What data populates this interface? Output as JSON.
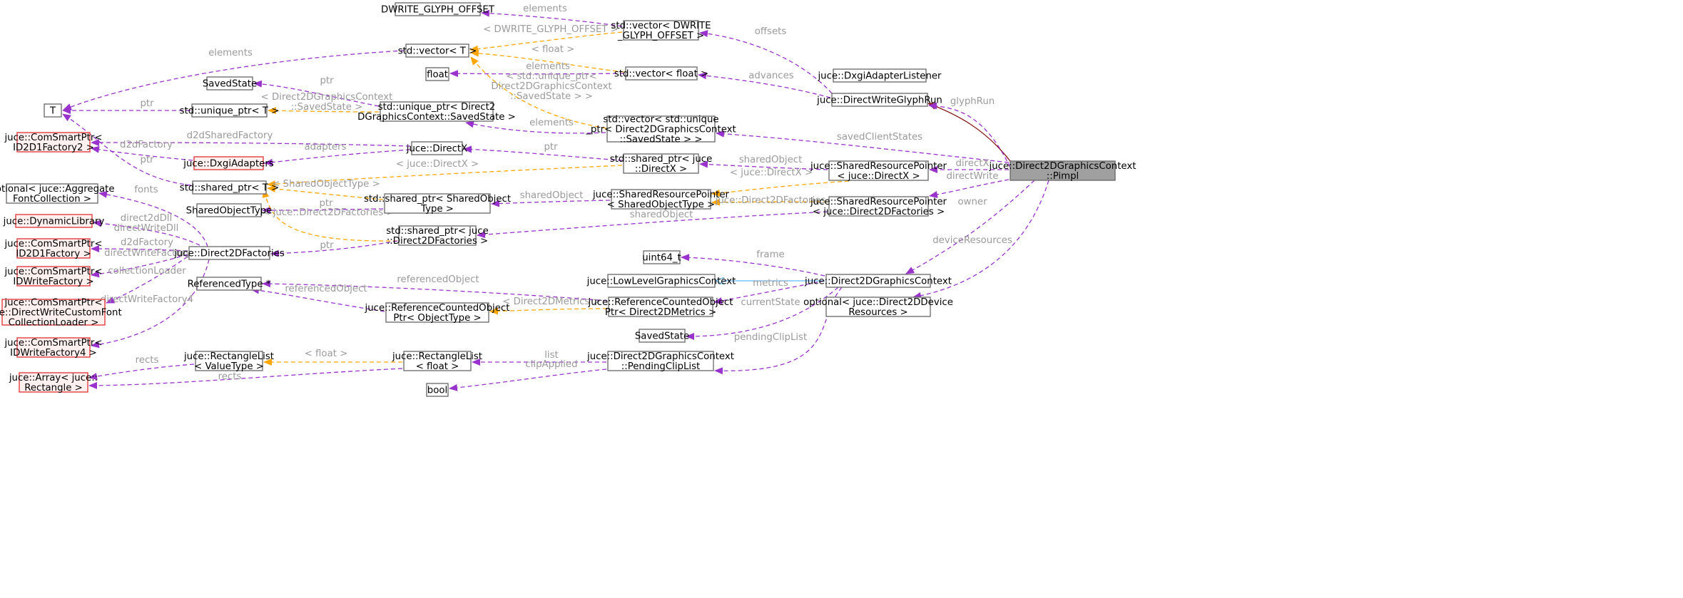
{
  "diagram": {
    "nodes": {
      "dwrite_glyph_offset": [
        "DWRITE_GLYPH_OFFSET"
      ],
      "vector_dwrite": [
        "std::vector< DWRITE",
        "_GLYPH_OFFSET >"
      ],
      "vector_T": [
        "std::vector< T >"
      ],
      "float": [
        "float"
      ],
      "vector_float": [
        "std::vector< float >"
      ],
      "dxgi_listener": [
        "juce::DxgiAdapterListener"
      ],
      "directwrite_glyphrun": [
        "juce::DirectWriteGlyphRun"
      ],
      "savedstate_top": [
        "SavedState"
      ],
      "T": [
        "T"
      ],
      "unique_ptr_T": [
        "std::unique_ptr< T >"
      ],
      "unique_ptr_saved": [
        "std::unique_ptr< Direct2",
        "DGraphicsContext::SavedState >"
      ],
      "vector_unique": [
        "std::vector< std::unique",
        "_ptr< Direct2DGraphicsContext",
        "::SavedState > >"
      ],
      "comsmart_factory2": [
        "juce::ComSmartPtr<",
        "ID2D1Factory2 >"
      ],
      "dxgi_adapters": [
        "juce::DxgiAdapters"
      ],
      "directx": [
        "juce::DirectX"
      ],
      "shared_ptr_directx": [
        "std::shared_ptr< juce",
        "::DirectX >"
      ],
      "srp_directx": [
        "juce::SharedResourcePointer",
        "< juce::DirectX >"
      ],
      "pimpl": [
        "juce::Direct2DGraphicsContext",
        "::Pimpl"
      ],
      "optional_font": [
        "optional< juce::Aggregate",
        "FontCollection >"
      ],
      "shared_ptr_T": [
        "std::shared_ptr< T >"
      ],
      "sharedobjecttype": [
        "SharedObjectType"
      ],
      "shared_ptr_sot": [
        "std::shared_ptr< SharedObject",
        "Type >"
      ],
      "srp_sot": [
        "juce::SharedResourcePointer",
        "< SharedObjectType >"
      ],
      "srp_factories": [
        "juce::SharedResourcePointer",
        "< juce::Direct2DFactories >"
      ],
      "dynamic_library": [
        "juce::DynamicLibrary"
      ],
      "shared_ptr_factories": [
        "std::shared_ptr< juce",
        "::Direct2DFactories >"
      ],
      "comsmart_factory": [
        "juce::ComSmartPtr<",
        "ID2D1Factory >"
      ],
      "direct2d_factories": [
        "juce::Direct2DFactories"
      ],
      "comsmart_writefactory": [
        "juce::ComSmartPtr<",
        "IDWriteFactory >"
      ],
      "uint64": [
        "uint64_t"
      ],
      "referenced_type": [
        "ReferencedType *"
      ],
      "llgc": [
        "juce::LowLevelGraphicsContext"
      ],
      "d2d_context": [
        "juce::Direct2DGraphicsContext"
      ],
      "comsmart_loader": [
        "juce::ComSmartPtr<",
        "juce::DirectWriteCustomFont",
        "CollectionLoader >"
      ],
      "rcop_objecttype": [
        "juce::ReferenceCountedObject",
        "Ptr< ObjectType >"
      ],
      "rcop_metrics": [
        "juce::ReferenceCountedObject",
        "Ptr< Direct2DMetrics >"
      ],
      "optional_device": [
        "optional< juce::Direct2DDevice",
        "Resources >"
      ],
      "savedstate_bottom": [
        "SavedState"
      ],
      "comsmart_writefactory4": [
        "juce::ComSmartPtr<",
        "IDWriteFactory4 >"
      ],
      "rectlist_valuetype": [
        "juce::RectangleList",
        "< ValueType >"
      ],
      "rectlist_float": [
        "juce::RectangleList",
        "< float >"
      ],
      "pending_cliplist": [
        "juce::Direct2DGraphicsContext",
        "::PendingClipList"
      ],
      "array_rectangle": [
        "juce::Array< juce::",
        "Rectangle >"
      ],
      "bool": [
        "bool"
      ]
    },
    "edge_labels": {
      "elements_dwrite": [
        "elements"
      ],
      "tmpl_dwrite": [
        "< DWRITE_GLYPH_OFFSET >"
      ],
      "offsets": [
        "offsets"
      ],
      "tmpl_float": [
        "< float >"
      ],
      "elements_float": [
        "elements"
      ],
      "elements_T": [
        "elements"
      ],
      "tmpl_unique_saved": [
        "< std::unique_ptr<",
        "Direct2DGraphicsContext",
        "::SavedState > >"
      ],
      "advances": [
        "advances"
      ],
      "glyphRun": [
        "glyphRun"
      ],
      "ptr_saved": [
        "ptr"
      ],
      "ptr_T": [
        "ptr"
      ],
      "tmpl_d2d_saved": [
        "< Direct2DGraphicsContext",
        "::SavedState >"
      ],
      "elements_unique": [
        "elements"
      ],
      "savedClientStates": [
        "savedClientStates"
      ],
      "d2dSharedFactory": [
        "d2dSharedFactory"
      ],
      "d2dFactory_top": [
        "d2dFactory"
      ],
      "adapters": [
        "adapters"
      ],
      "ptr_directx": [
        "ptr"
      ],
      "ptr_shared_T": [
        "ptr"
      ],
      "tmpl_directx_a": [
        "< juce::DirectX >"
      ],
      "sharedObject_a": [
        "sharedObject"
      ],
      "directX": [
        "directX"
      ],
      "tmpl_directx_b": [
        "< juce::DirectX >"
      ],
      "directWrite": [
        "directWrite"
      ],
      "fonts": [
        "fonts"
      ],
      "tmpl_sot": [
        "< SharedObjectType >"
      ],
      "ptr_sot": [
        "ptr"
      ],
      "sharedObject_b": [
        "sharedObject"
      ],
      "tmpl_factories_b": [
        "< juce::Direct2DFactories >"
      ],
      "owner": [
        "owner"
      ],
      "tmpl_factories_a": [
        "< juce::Direct2DFactories >"
      ],
      "sharedObject_c": [
        "sharedObject"
      ],
      "direct2dDll": [
        "direct2dDll",
        "directWriteDll"
      ],
      "d2dFactory_bottom": [
        "d2dFactory"
      ],
      "ptr_factories": [
        "ptr"
      ],
      "deviceResources": [
        "deviceResources"
      ],
      "directWriteFactory": [
        "directWriteFactory"
      ],
      "frame": [
        "frame"
      ],
      "collectionLoader": [
        "collectionLoader"
      ],
      "referencedObject_a": [
        "referencedObject"
      ],
      "referencedObject_b": [
        "referencedObject"
      ],
      "metrics": [
        "metrics"
      ],
      "tmpl_metrics": [
        "< Direct2DMetrics >"
      ],
      "currentState": [
        "currentState"
      ],
      "directWriteFactory4": [
        "directWriteFactory4"
      ],
      "pendingClipList": [
        "pendingClipList"
      ],
      "tmpl_float_b": [
        "< float >"
      ],
      "rects_a": [
        "rects"
      ],
      "list": [
        "list"
      ],
      "rects_b": [
        "rects"
      ],
      "clipApplied": [
        "clipApplied"
      ]
    }
  }
}
